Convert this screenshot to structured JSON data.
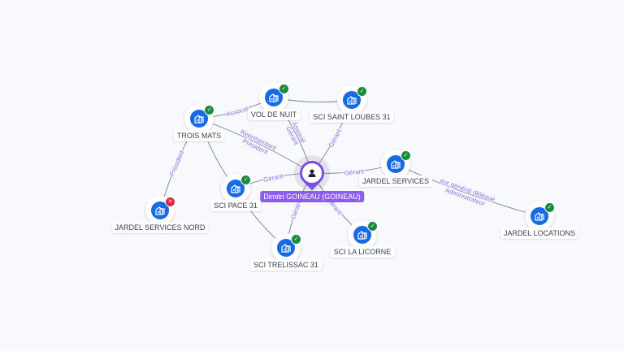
{
  "person": {
    "name": "Dimitri GOINEAU (GOINEAU)",
    "icon": "person-icon",
    "color": "#7b4fe0"
  },
  "companies": [
    {
      "id": "trois_mats",
      "name": "TROIS MATS",
      "status": "active"
    },
    {
      "id": "vol_de_nuit",
      "name": "VOL DE NUIT",
      "status": "active"
    },
    {
      "id": "saint_loubes",
      "name": "SCI SAINT LOUBES 31",
      "status": "active"
    },
    {
      "id": "jardel_services",
      "name": "JARDEL SERVICES",
      "status": "active"
    },
    {
      "id": "jardel_locations",
      "name": "JARDEL LOCATIONS",
      "status": "active"
    },
    {
      "id": "pace",
      "name": "SCI PACE 31",
      "status": "active"
    },
    {
      "id": "trelissac",
      "name": "SCI TRELISSAC 31",
      "status": "active"
    },
    {
      "id": "licorne",
      "name": "SCI LA LICORNE",
      "status": "active"
    },
    {
      "id": "jardel_nord",
      "name": "JARDEL SERVICES NORD",
      "status": "inactive"
    }
  ],
  "edges": [
    {
      "from": "trois_mats",
      "to": "vol_de_nuit",
      "labels": [
        "Associé"
      ]
    },
    {
      "from": "trois_mats",
      "to": "jardel_nord",
      "labels": [
        "Président"
      ]
    },
    {
      "from": "person",
      "to": "trois_mats",
      "labels": [
        "Président",
        "Représentant"
      ]
    },
    {
      "from": "person",
      "to": "vol_de_nuit",
      "labels": [
        "Gérant",
        "Associé"
      ]
    },
    {
      "from": "person",
      "to": "saint_loubes",
      "labels": [
        "Gérant"
      ]
    },
    {
      "from": "person",
      "to": "jardel_services",
      "labels": [
        "Gérant"
      ]
    },
    {
      "from": "person",
      "to": "pace",
      "labels": [
        "Gérant"
      ]
    },
    {
      "from": "person",
      "to": "trelissac",
      "labels": [
        "Gérant"
      ]
    },
    {
      "from": "person",
      "to": "licorne",
      "labels": [
        "Gérant"
      ]
    },
    {
      "from": "jardel_services",
      "to": "jardel_locations",
      "labels": [
        "eur général délégué",
        "Administrateur"
      ]
    },
    {
      "from": "trois_mats",
      "to": "pace",
      "labels": []
    },
    {
      "from": "pace",
      "to": "trelissac",
      "labels": []
    },
    {
      "from": "vol_de_nuit",
      "to": "saint_loubes",
      "labels": []
    }
  ],
  "colors": {
    "company": "#1769e6",
    "active_badge": "#1a8a3e",
    "inactive_badge": "#d8263c",
    "edge_label": "#8b74e6"
  }
}
